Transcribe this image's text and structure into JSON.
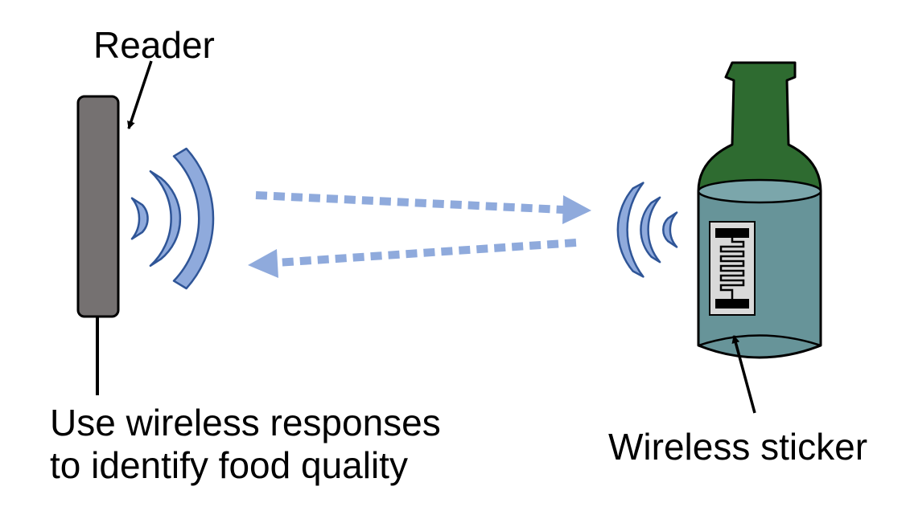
{
  "labels": {
    "reader": "Reader",
    "description_line1": "Use wireless responses",
    "description_line2": "to identify food quality",
    "sticker": "Wireless sticker"
  },
  "colors": {
    "reader_fill": "#757171",
    "wave": "#8faadc",
    "wave_stroke": "#2f5597",
    "bottle_glass": "#2e6b30",
    "bottle_liquid": "#679499",
    "sticker_fill": "#d9d9d9"
  },
  "icons": [
    "reader-device",
    "signal-waves-icon",
    "bottle-icon",
    "rfid-tag-icon"
  ]
}
